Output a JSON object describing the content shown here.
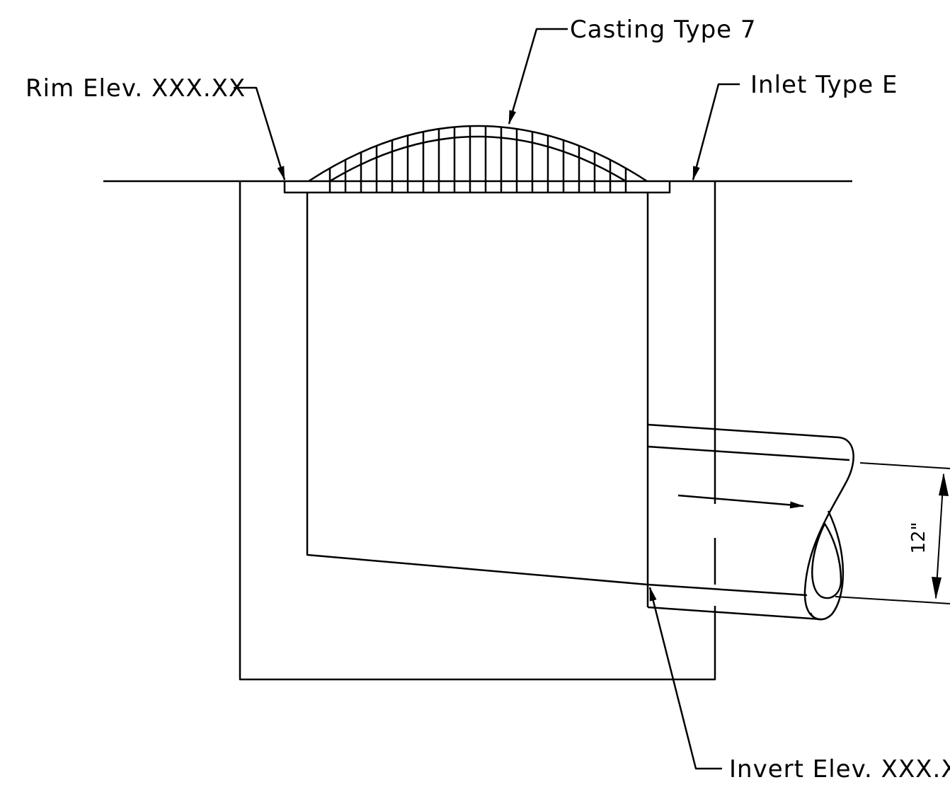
{
  "labels": {
    "casting": "Casting Type 7",
    "rim": "Rim Elev. XXX.XX",
    "inlet": "Inlet Type E",
    "invert": "Invert Elev. XXX.XX",
    "dimension": "12\""
  }
}
